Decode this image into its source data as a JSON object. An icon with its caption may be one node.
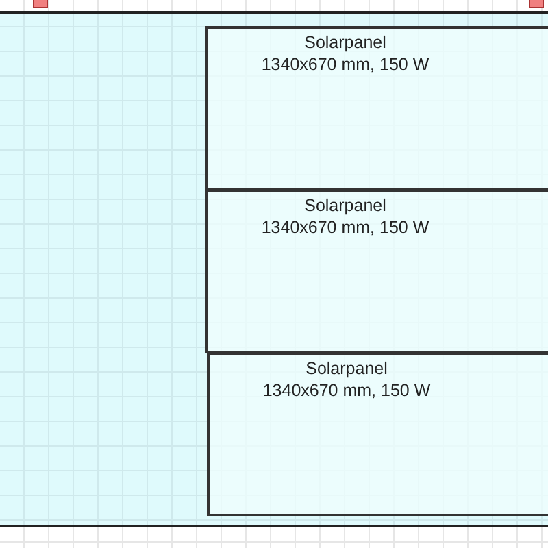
{
  "diagram": {
    "nodes": [
      {
        "text": [],
        "shape": "box"
      },
      {
        "text": [
          "Solarpanel",
          "1340x670 mm, 150 W"
        ],
        "in": 0
      },
      {
        "text": [
          "Solarpanel",
          "1340x670 mm, 150 W"
        ],
        "in": 0
      },
      {
        "text": [
          "Solarpanel",
          "1340x670 mm, 150 W"
        ],
        "in": 0
      }
    ]
  }
}
